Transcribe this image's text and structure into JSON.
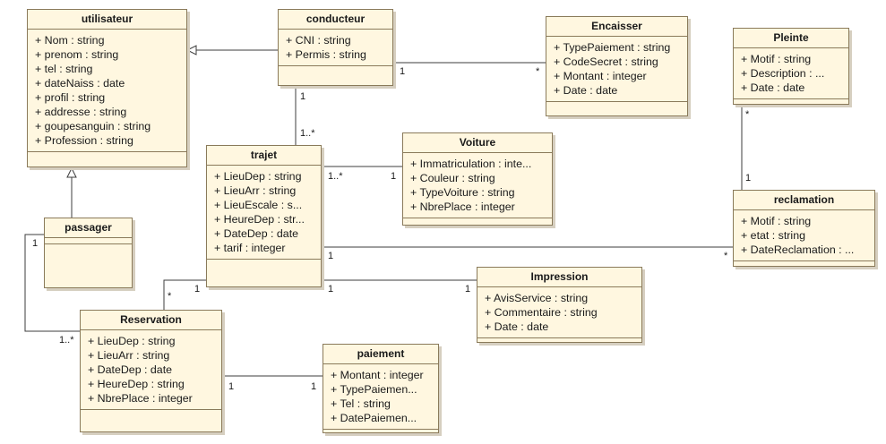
{
  "classes": [
    {
      "name": "utilisateur",
      "attributes": [
        "+ Nom : string",
        "+ prenom : string",
        "+ tel : string",
        "+ dateNaiss : date",
        "+ profil : string",
        "+ addresse : string",
        "+ goupesanguin : string",
        "+ Profession : string"
      ]
    },
    {
      "name": "conducteur",
      "attributes": [
        "+ CNI : string",
        "+ Permis : string"
      ]
    },
    {
      "name": "Encaisser",
      "attributes": [
        "+ TypePaiement : string",
        "+ CodeSecret : string",
        "+ Montant : integer",
        "+ Date : date"
      ]
    },
    {
      "name": "Pleinte",
      "attributes": [
        "+ Motif : string",
        "+ Description : ...",
        "+ Date : date"
      ]
    },
    {
      "name": "trajet",
      "attributes": [
        "+ LieuDep : string",
        "+ LieuArr : string",
        "+ LieuEscale : s...",
        "+ HeureDep : str...",
        "+ DateDep : date",
        "+ tarif : integer"
      ]
    },
    {
      "name": "Voiture",
      "attributes": [
        "+ Immatriculation : inte...",
        "+ Couleur : string",
        "+ TypeVoiture : string",
        "+ NbrePlace : integer"
      ]
    },
    {
      "name": "reclamation",
      "attributes": [
        "+ Motif : string",
        "+ etat : string",
        "+ DateReclamation : ..."
      ]
    },
    {
      "name": "passager",
      "attributes": []
    },
    {
      "name": "Impression",
      "attributes": [
        "+ AvisService : string",
        "+ Commentaire : string",
        "+ Date : date"
      ]
    },
    {
      "name": "Reservation",
      "attributes": [
        "+ LieuDep : string",
        "+ LieuArr : string",
        "+ DateDep : date",
        "+ HeureDep : string",
        "+ NbrePlace : integer"
      ]
    },
    {
      "name": "paiement",
      "attributes": [
        "+ Montant : integer",
        "+ TypePaiemen...",
        "+ Tel : string",
        "+ DatePaiemen..."
      ]
    }
  ],
  "multiplicities": [
    "1",
    "*",
    "1",
    "1..*",
    "1..*",
    "1",
    "*",
    "1",
    "1",
    "*",
    "1",
    "1",
    "1",
    "1",
    "*",
    "1..*",
    "1",
    "1"
  ]
}
